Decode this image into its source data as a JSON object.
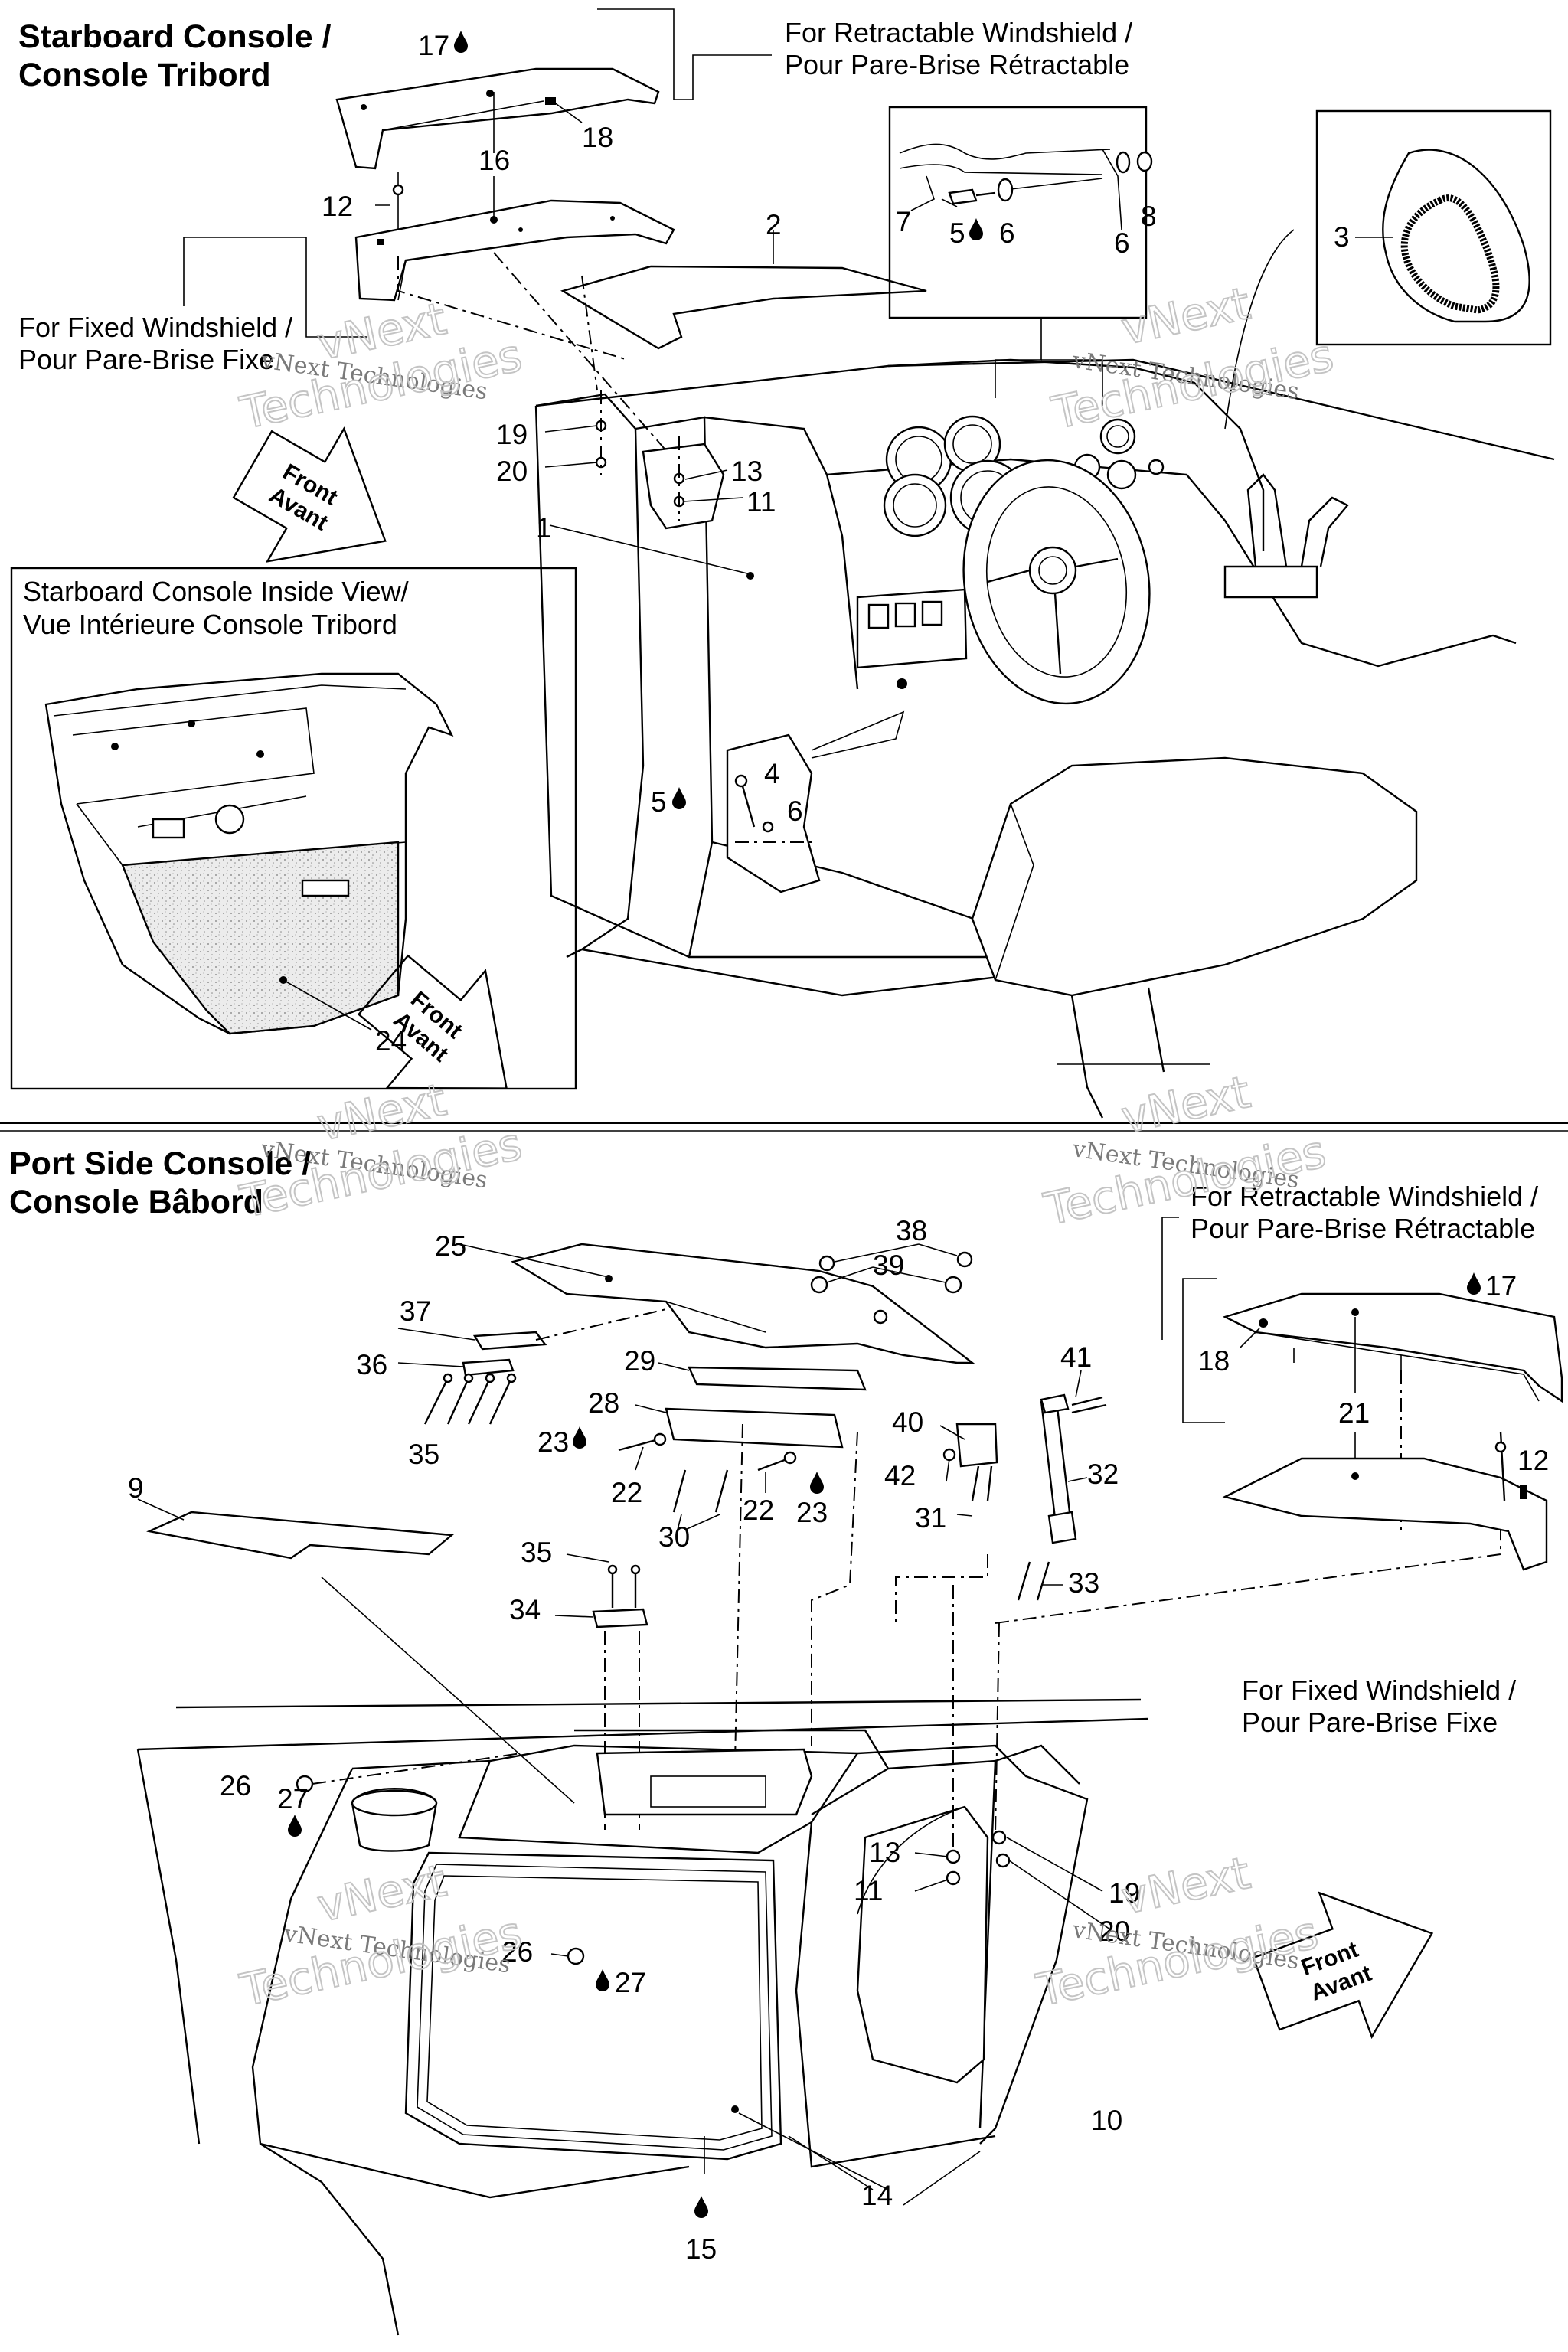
{
  "sections": {
    "starboard": {
      "title_line1": "Starboard Console /",
      "title_line2": "Console Tribord",
      "retractable_line1": "For Retractable Windshield /",
      "retractable_line2": "Pour Pare-Brise Rétractable",
      "fixed_line1": "For Fixed Windshield /",
      "fixed_line2": "Pour Pare-Brise Fixe",
      "inside_view_line1": "Starboard Console Inside View/",
      "inside_view_line2": "Vue Intérieure Console Tribord"
    },
    "port": {
      "title_line1": "Port Side Console /",
      "title_line2": "Console Bâbord",
      "retractable_line1": "For Retractable Windshield /",
      "retractable_line2": "Pour Pare-Brise Rétractable",
      "fixed_line1": "For Fixed Windshield /",
      "fixed_line2": "Pour Pare-Brise Fixe"
    }
  },
  "front_arrow": {
    "line1": "Front",
    "line2": "Avant"
  },
  "watermark": {
    "line1": "vNext Technologies",
    "line2": "Technologies",
    "line3": "vNext"
  },
  "callouts": {
    "n1": "1",
    "n2": "2",
    "n3": "3",
    "n4": "4",
    "n5": "5",
    "n6": "6",
    "n7": "7",
    "n8": "8",
    "n9": "9",
    "n10": "10",
    "n11": "11",
    "n12": "12",
    "n13": "13",
    "n14": "14",
    "n15": "15",
    "n16": "16",
    "n17": "17",
    "n18": "18",
    "n19": "19",
    "n20": "20",
    "n21": "21",
    "n22": "22",
    "n23": "23",
    "n24": "24",
    "n25": "25",
    "n26": "26",
    "n27": "27",
    "n28": "28",
    "n29": "29",
    "n30": "30",
    "n31": "31",
    "n32": "32",
    "n33": "33",
    "n34": "34",
    "n35": "35",
    "n36": "36",
    "n37": "37",
    "n38": "38",
    "n39": "39",
    "n40": "40",
    "n41": "41",
    "n42": "42"
  }
}
